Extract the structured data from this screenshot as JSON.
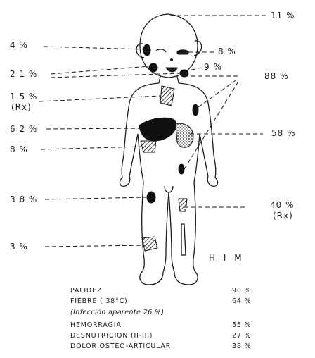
{
  "figure": {
    "legend": "H I M",
    "left_labels": [
      {
        "id": "ear",
        "text": "4 %"
      },
      {
        "id": "neck",
        "text": "2 1 %"
      },
      {
        "id": "mediastinum",
        "text": "1 5 %"
      },
      {
        "id": "mediastinum_note",
        "text": "(Rx)"
      },
      {
        "id": "liver",
        "text": "6 2 %"
      },
      {
        "id": "kidney",
        "text": "8 %"
      },
      {
        "id": "thigh",
        "text": "3 8 %"
      },
      {
        "id": "shin",
        "text": "3 %"
      }
    ],
    "right_labels": [
      {
        "id": "head",
        "text": "11 %"
      },
      {
        "id": "eye",
        "text": "8 %"
      },
      {
        "id": "mouth",
        "text": "9 %"
      },
      {
        "id": "nodes",
        "text": "88 %"
      },
      {
        "id": "spleen",
        "text": "58 %"
      },
      {
        "id": "bone",
        "text": "40 %"
      },
      {
        "id": "bone_note",
        "text": "(Rx)"
      }
    ]
  },
  "findings_table": {
    "rows": [
      {
        "label": "PALIDEZ",
        "value": "90 %"
      },
      {
        "label": "FIEBRE ( 38°C)",
        "value": "64 %"
      },
      {
        "label": "(Infección aparente 26 %)",
        "value": ""
      },
      {
        "label": "HEMORRAGIA",
        "value": "55 %"
      },
      {
        "label": "DESNUTRICION (II-III)",
        "value": "27 %"
      },
      {
        "label": "DOLOR OSTEO-ARTICULAR",
        "value": "38 %"
      }
    ]
  }
}
